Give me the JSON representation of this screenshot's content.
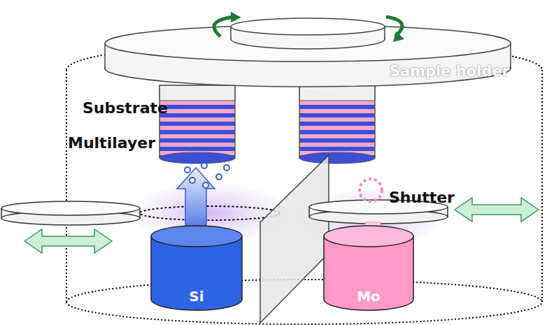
{
  "diagram": {
    "nodes": [
      {
        "text": [
          "Sample holder"
        ]
      },
      {
        "text": [
          "Si"
        ]
      },
      {
        "text": [
          "Mo"
        ]
      }
    ],
    "labels": [
      "Substrate",
      "Multilayer",
      "Shutter"
    ]
  }
}
